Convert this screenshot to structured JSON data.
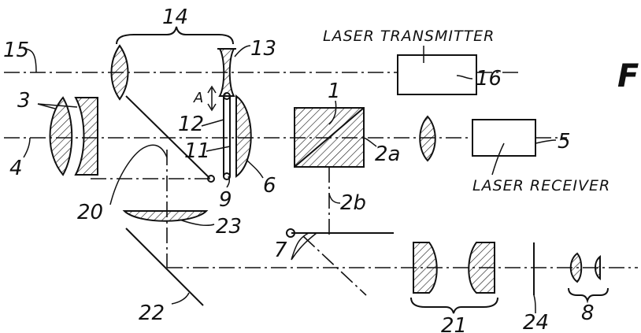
{
  "labels": {
    "n1": "1",
    "n2a": "2a",
    "n2b": "2b",
    "n3": "3",
    "n4": "4",
    "n5": "5",
    "n6": "6",
    "n7": "7",
    "n8": "8",
    "n9": "9",
    "n11": "11",
    "n12": "12",
    "n13": "13",
    "n14": "14",
    "n15": "15",
    "n16": "16",
    "n20": "20",
    "n21": "21",
    "n22": "22",
    "n23": "23",
    "n24": "24",
    "A": "A",
    "fig": "F"
  },
  "captions": {
    "transmitter": "LASER TRANSMITTER",
    "receiver": "LASER RECEIVER"
  }
}
